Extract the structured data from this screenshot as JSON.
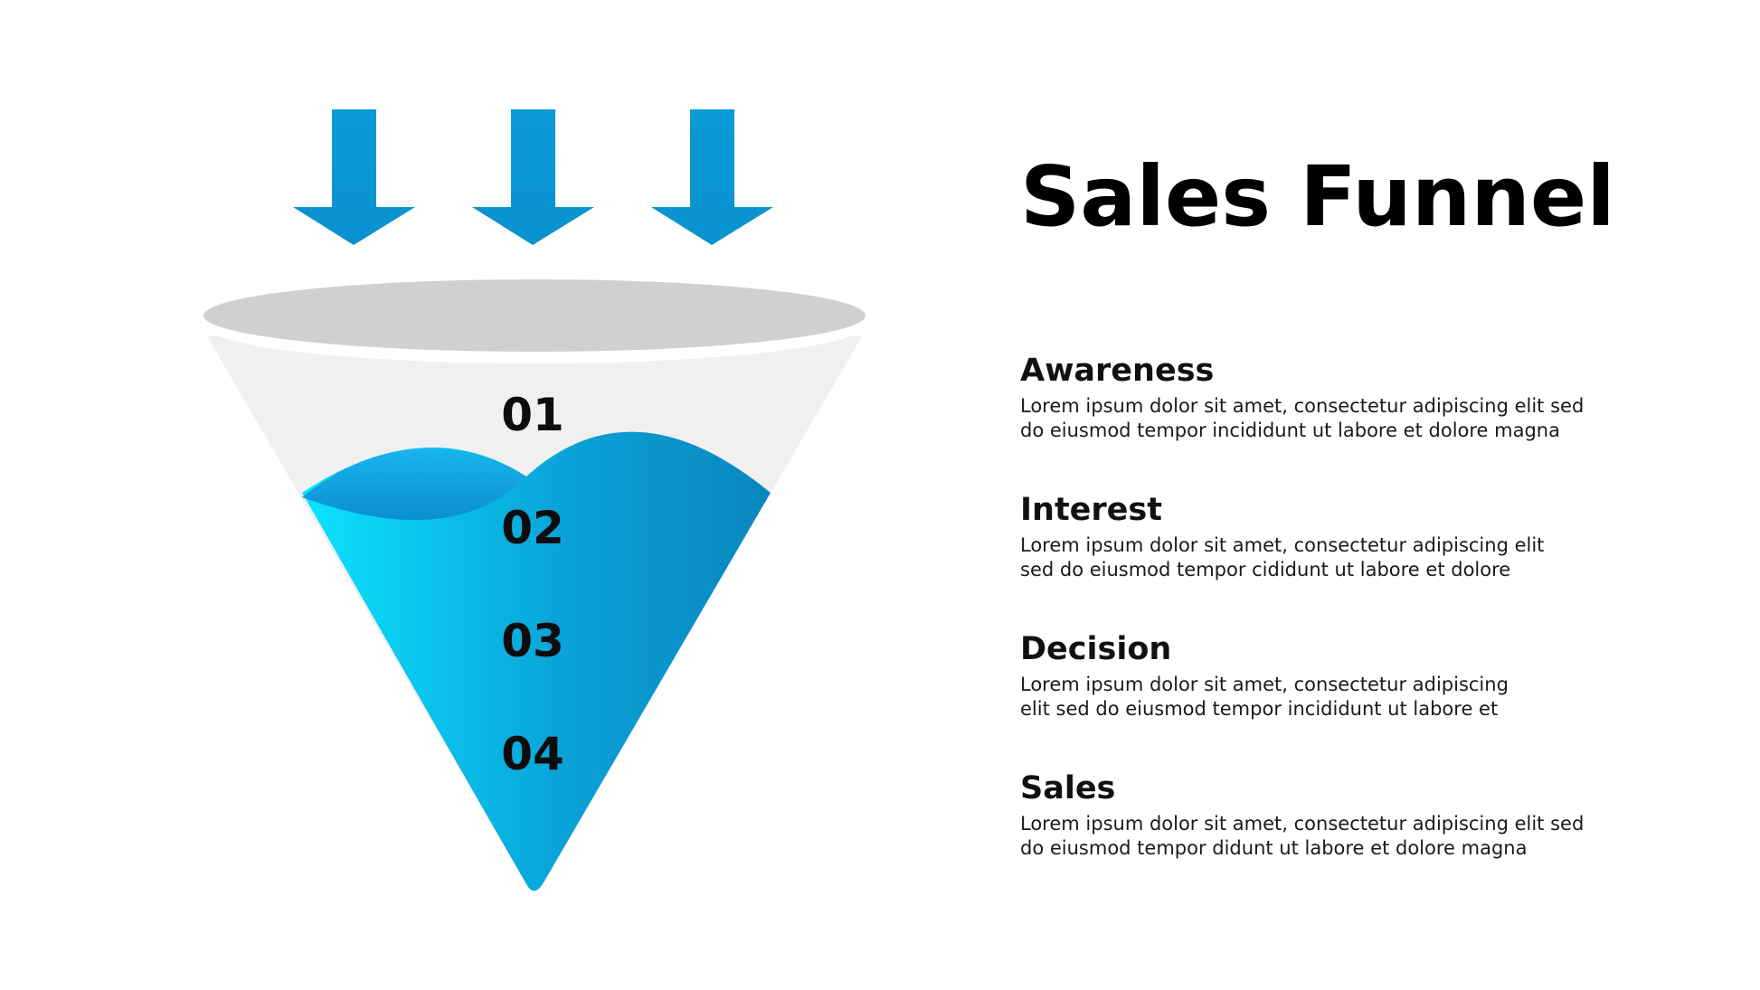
{
  "title": "Sales Funnel",
  "colors": {
    "accent": "#0a9ad6",
    "fill_light": "#0be3ff",
    "fill_dark": "#0a86bf",
    "rim": "#d0d0d0",
    "funnel_body": "#f0f0f0"
  },
  "funnel": {
    "numbers": [
      "01",
      "02",
      "03",
      "04"
    ]
  },
  "stages": [
    {
      "heading": "Awareness",
      "lines": [
        "Lorem ipsum dolor sit amet, consectetur adipiscing elit sed",
        "do eiusmod tempor incididunt ut labore et dolore magna"
      ]
    },
    {
      "heading": "Interest",
      "lines": [
        "Lorem ipsum dolor sit amet, consectetur adipiscing elit",
        "sed do eiusmod tempor cididunt ut labore et dolore"
      ]
    },
    {
      "heading": "Decision",
      "lines": [
        "Lorem ipsum dolor sit amet, consectetur adipiscing",
        "elit sed do eiusmod tempor incididunt ut labore et"
      ]
    },
    {
      "heading": "Sales",
      "lines": [
        "Lorem ipsum dolor sit amet, consectetur adipiscing elit sed",
        "do eiusmod tempor didunt ut labore et dolore magna"
      ]
    }
  ]
}
